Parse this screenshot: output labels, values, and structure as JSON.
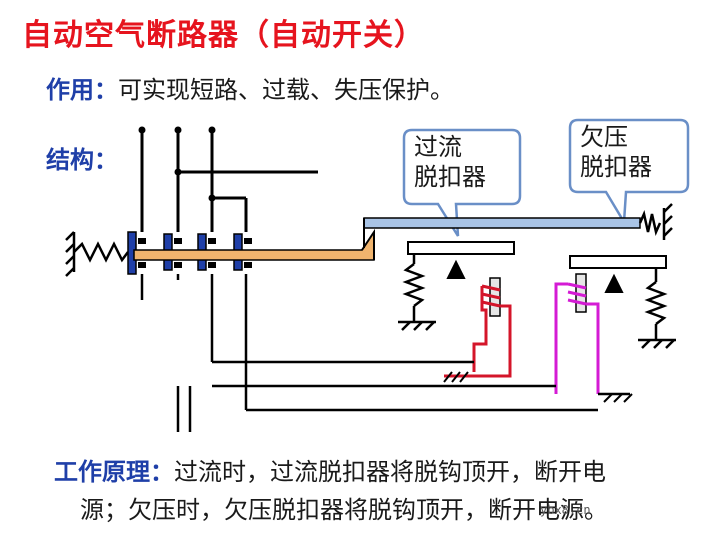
{
  "title": "自动空气断路器（自动开关）",
  "function": {
    "label": "作用：",
    "text": "可实现短路、过载、失压保护。"
  },
  "structure": {
    "label": "结构："
  },
  "callouts": {
    "overcurrent": [
      "过流",
      "脱扣器"
    ],
    "undervoltage": [
      "欠压",
      "脱扣器"
    ]
  },
  "principle": {
    "label": "工作原理：",
    "line1": "过流时，过流脱扣器将脱钩顶开，断开电",
    "line2": "源；欠压时，欠压脱扣器将脱钩顶开，断开电源。"
  },
  "watermark": "ybx8.cn",
  "colors": {
    "title": "#e6141e",
    "label": "#1f3fa8",
    "rod_fill": "#f0b46e",
    "bar_fill": "#a9c4e6",
    "coil_red": "#d4152a",
    "coil_magenta": "#d41bd4",
    "callout_border": "#6a8fc7"
  }
}
